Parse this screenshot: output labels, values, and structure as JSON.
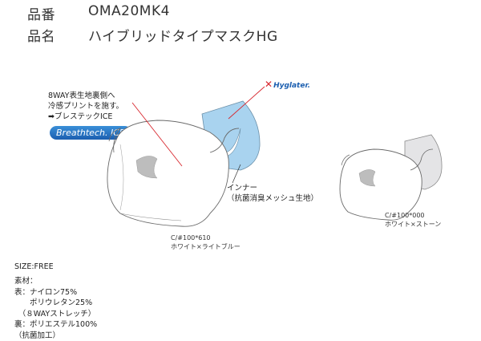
{
  "header": {
    "code_label": "品番",
    "code_value": "OMA20MK4",
    "name_label": "品名",
    "name_value": "ハイブリッドタイプマスクHG"
  },
  "callout": {
    "lines": [
      "8WAY表生地裏側へ",
      "冷感プリントを施す。",
      "➡ブレステックICE"
    ],
    "badge": "Breathtech. ICE"
  },
  "brand": {
    "mark": "✕",
    "name": "Hyglater."
  },
  "inner_label": {
    "line1": "インナー",
    "line2": "（抗菌消臭メッシュ生地）"
  },
  "variants": [
    {
      "code": "C/#100*610",
      "color": "ホワイト×ライトブルー",
      "inner_color": "#a9d3ef"
    },
    {
      "code": "C/#100*000",
      "color": "ホワイト×ストーン",
      "inner_color": "#e4e4e6"
    }
  ],
  "specs": {
    "size": "SIZE:FREE",
    "material_title": "素材：",
    "lines": [
      "表：ナイロン75%",
      "　　ポリウレタン25%",
      "　（８WAYストレッチ）",
      "裏：ポリエステル100%",
      "（抗菌加工）"
    ]
  },
  "colors": {
    "leader_line": "#d8272e",
    "outline": "#6a6a6a"
  }
}
